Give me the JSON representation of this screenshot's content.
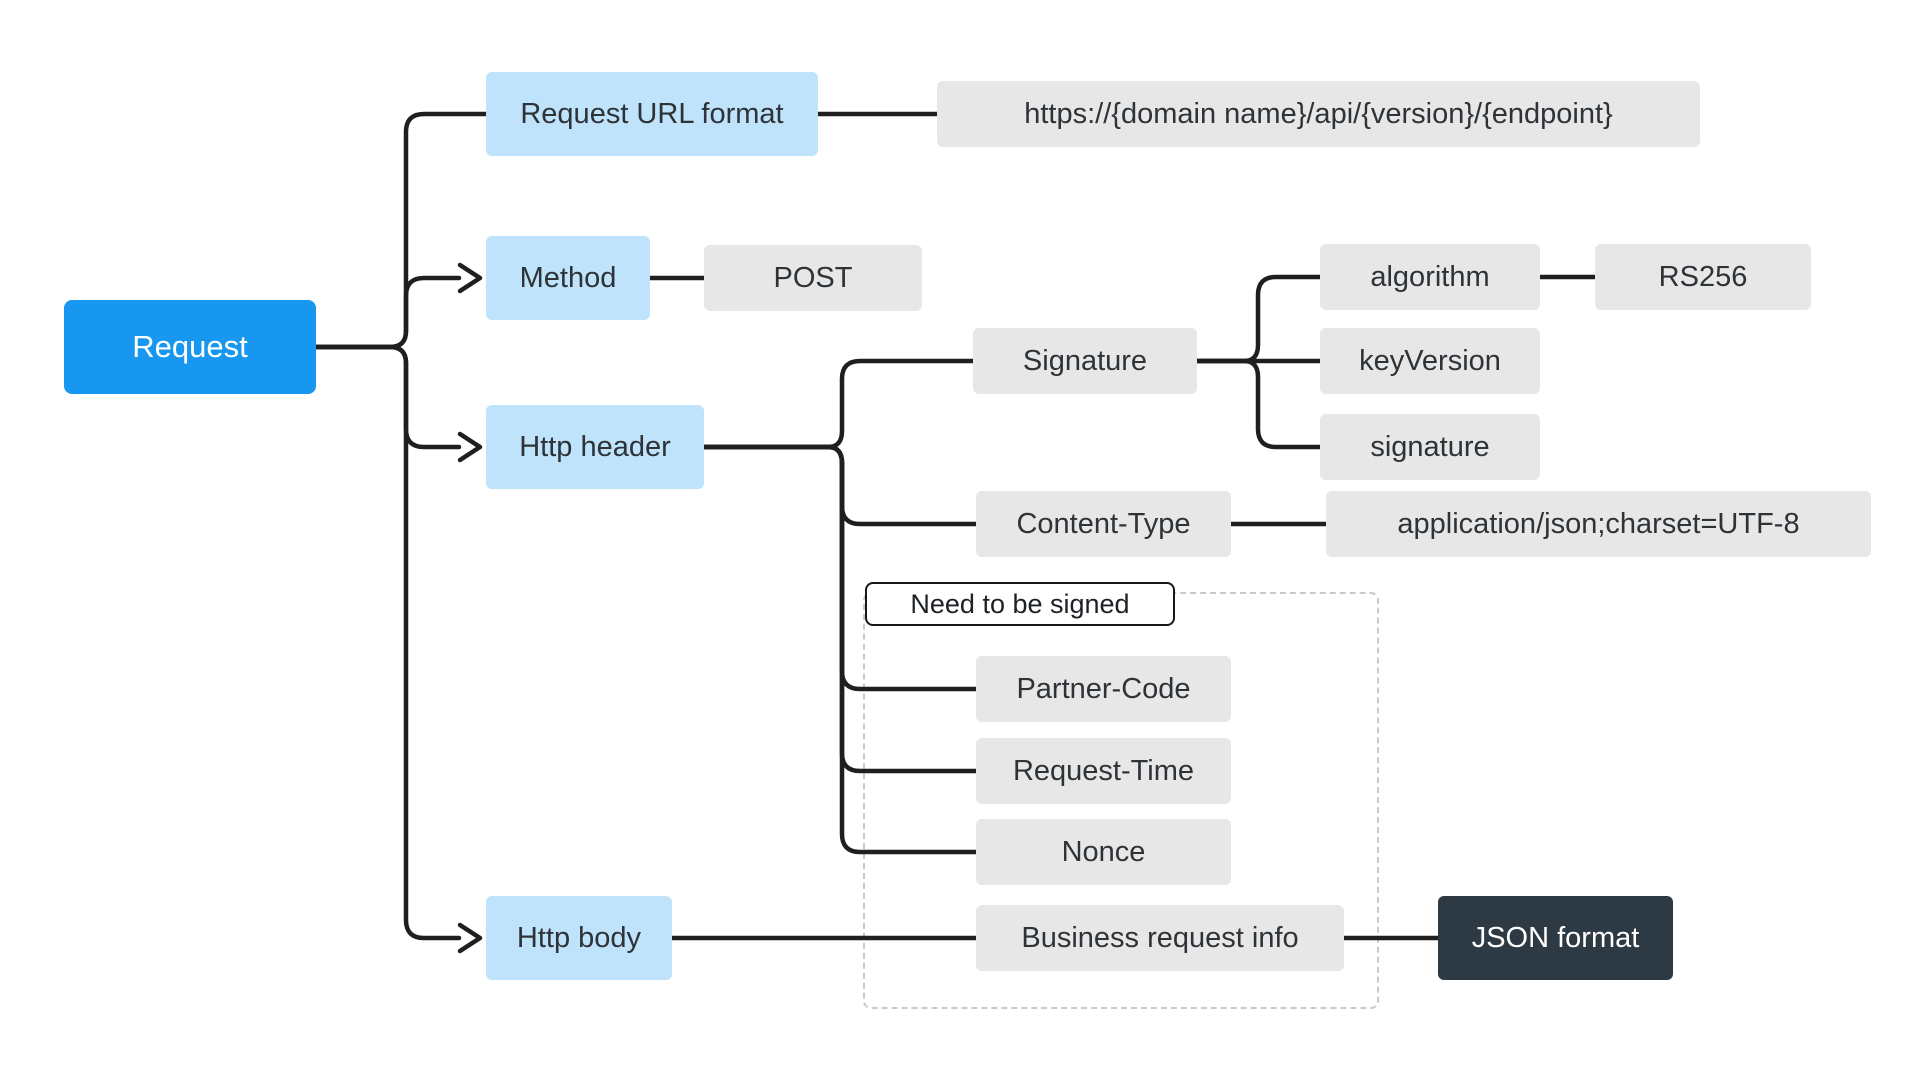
{
  "diagram_title": "Request",
  "colors": {
    "root": "#1797f0",
    "branch": "#bee3fb",
    "value": "#e7e7e7",
    "dark": "#2e3a43",
    "line": "#1f1f1f",
    "dashed_border": "#c9c9c9",
    "text": "#2e3338"
  },
  "nodes": {
    "request": {
      "label": "Request"
    },
    "request_url_format": {
      "label": "Request URL format"
    },
    "url_value": {
      "label": "https://{domain name}/api/{version}/{endpoint}"
    },
    "method": {
      "label": "Method"
    },
    "post": {
      "label": "POST"
    },
    "http_header": {
      "label": "Http header"
    },
    "signature_group": {
      "label": "Signature"
    },
    "algorithm": {
      "label": "algorithm"
    },
    "rs256": {
      "label": "RS256"
    },
    "key_version": {
      "label": "keyVersion"
    },
    "signature_value": {
      "label": "signature"
    },
    "content_type": {
      "label": "Content-Type"
    },
    "content_type_value": {
      "label": "application/json;charset=UTF-8"
    },
    "partner_code": {
      "label": "Partner-Code"
    },
    "request_time": {
      "label": "Request-Time"
    },
    "nonce": {
      "label": "Nonce"
    },
    "http_body": {
      "label": "Http body"
    },
    "business_request_info": {
      "label": "Business request info"
    },
    "json_format": {
      "label": "JSON format"
    }
  },
  "annotation": {
    "label": "Need to be signed",
    "contains": [
      "partner_code",
      "request_time",
      "nonce",
      "business_request_info"
    ]
  },
  "edges": [
    {
      "from": "request",
      "to": "request_url_format",
      "arrow": false
    },
    {
      "from": "request",
      "to": "method",
      "arrow": true
    },
    {
      "from": "request",
      "to": "http_header",
      "arrow": true
    },
    {
      "from": "request",
      "to": "http_body",
      "arrow": true
    },
    {
      "from": "request_url_format",
      "to": "url_value",
      "arrow": false
    },
    {
      "from": "method",
      "to": "post",
      "arrow": false
    },
    {
      "from": "http_header",
      "to": "signature_group",
      "arrow": false
    },
    {
      "from": "http_header",
      "to": "content_type",
      "arrow": false
    },
    {
      "from": "http_header",
      "to": "partner_code",
      "arrow": false
    },
    {
      "from": "http_header",
      "to": "request_time",
      "arrow": false
    },
    {
      "from": "http_header",
      "to": "nonce",
      "arrow": false
    },
    {
      "from": "signature_group",
      "to": "algorithm",
      "arrow": false
    },
    {
      "from": "signature_group",
      "to": "key_version",
      "arrow": false
    },
    {
      "from": "signature_group",
      "to": "signature_value",
      "arrow": false
    },
    {
      "from": "algorithm",
      "to": "rs256",
      "arrow": false
    },
    {
      "from": "content_type",
      "to": "content_type_value",
      "arrow": false
    },
    {
      "from": "http_body",
      "to": "business_request_info",
      "arrow": false
    },
    {
      "from": "business_request_info",
      "to": "json_format",
      "arrow": false
    }
  ]
}
